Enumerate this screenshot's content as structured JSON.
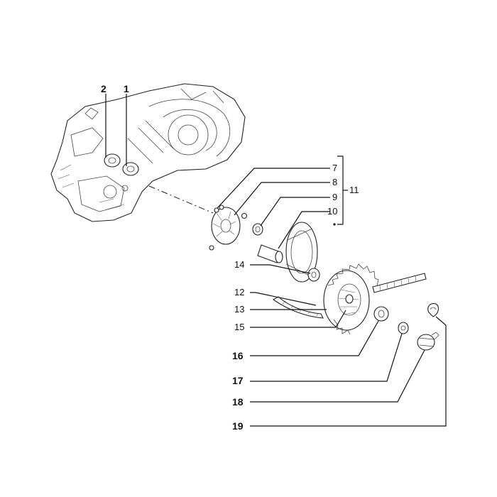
{
  "callouts": {
    "c1": "1",
    "c2": "2",
    "c7": "7",
    "c8": "8",
    "c9": "9",
    "c10": "10",
    "c11": "11",
    "c12": "12",
    "c13": "13",
    "c14": "14",
    "c15": "15",
    "c16": "16",
    "c17": "17",
    "c18": "18",
    "c19": "19"
  }
}
